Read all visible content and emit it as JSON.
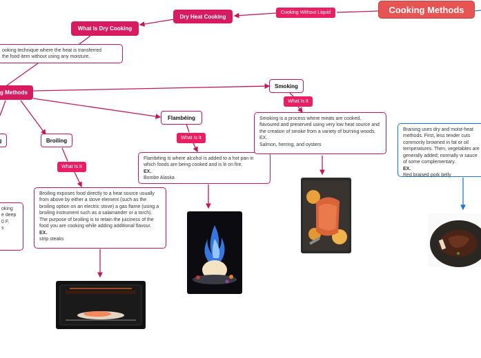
{
  "root": {
    "title": "Cooking Methods"
  },
  "links": {
    "cooking_without_liquid": "Cooking Without Liquid",
    "what_is_it": "What Is It"
  },
  "dry_heat": {
    "label": "Dry Heat Cooking",
    "question": "What Is Dry Cooking",
    "answer_line1": "ooking technique where the heat is transferred",
    "answer_line2": "the food item without using any moisture.",
    "methods_label": "g Methods"
  },
  "broiling": {
    "label": "Broiling",
    "description": "Broiling exposes food directly to a heat source usually from above by either a stove element (such as the broiling option on an electric stove) a gas flame (using a broiling instrument such as a salamander or a torch). The purpose of broiling is to retain the juiciness of the food you are cooking while adding additional flavour.",
    "ex_label": "EX.",
    "example": "strip steaks"
  },
  "flambeing": {
    "label": "Flambéing",
    "description": "Flambéing is where alcohol is added to a hot pan in which foods are being cooked and is lit on fire.",
    "ex_label": "EX.",
    "example": "Bombe Alaska"
  },
  "smoking": {
    "label": "Smoking",
    "description": "Smoking is a process where meats are cooked, flavoured and preserved using very low heat source and the creation of smoke from a variety of burning woods.",
    "ex_label": "EX.",
    "example": "Salmon, herring, and oysters"
  },
  "braising": {
    "description": "Braising uses dry and moist-heat methods. First, less tender cuts commonly browned in fat or oil temperatures. Then, vegetables are generally added; normally w sauce of some complementary.",
    "ex_label": "EX.",
    "example": "Red braised pork belly"
  },
  "partial_left": {
    "label": "g",
    "line1": "oking",
    "line2": "e deep",
    "line3": "0 F.",
    "line4": "s"
  },
  "colors": {
    "accent": "#d81b60",
    "title_bg": "#e75454",
    "blue_link": "#1976d2"
  }
}
